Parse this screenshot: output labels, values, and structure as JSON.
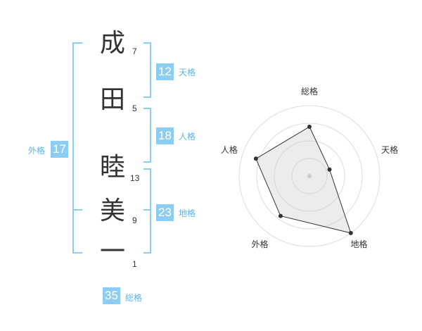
{
  "name": {
    "characters": [
      {
        "char": "成",
        "strokes": "7"
      },
      {
        "char": "田",
        "strokes": "5"
      },
      {
        "char": "睦",
        "strokes": "13"
      },
      {
        "char": "美",
        "strokes": "9"
      },
      {
        "char": "一",
        "strokes": "1"
      }
    ]
  },
  "fortune": {
    "tenkaku": {
      "value": "12",
      "label": "天格"
    },
    "jinkaku": {
      "value": "18",
      "label": "人格"
    },
    "chikaku": {
      "value": "23",
      "label": "地格"
    },
    "gaikaku": {
      "value": "17",
      "label": "外格"
    },
    "soukaku": {
      "value": "35",
      "label": "総格"
    }
  },
  "chart_data": {
    "type": "radar",
    "axes": [
      "総格",
      "天格",
      "地格",
      "外格",
      "人格"
    ],
    "values": [
      3.5,
      1.5,
      5,
      3.5,
      4
    ],
    "rmax": 5,
    "rings": 4
  },
  "colors": {
    "accent": "#8dcdf2",
    "label": "#5eb4ea",
    "bracket": "#8dcdf2",
    "text": "#333333"
  }
}
